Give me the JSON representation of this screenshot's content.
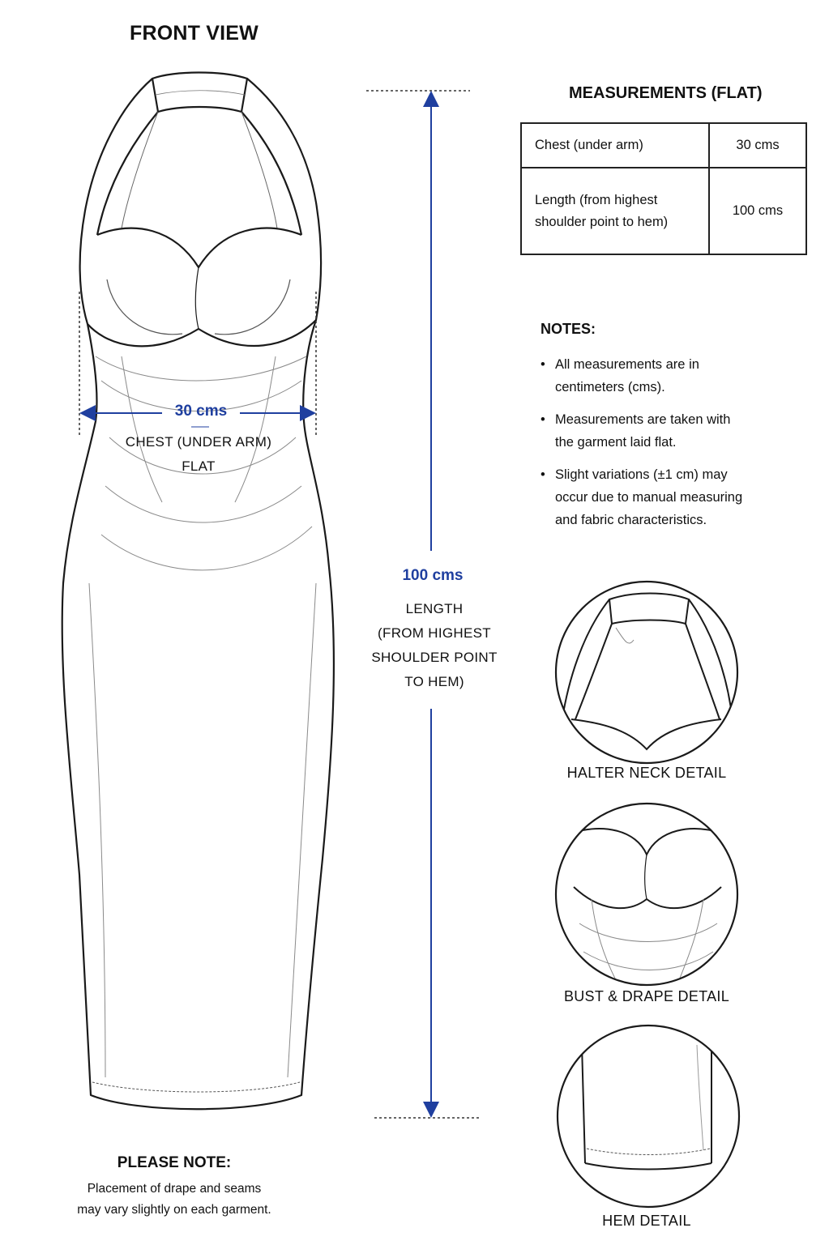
{
  "front_view": {
    "title": "FRONT VIEW",
    "chest_value": "30 cms",
    "chest_label_1": "CHEST (UNDER ARM)",
    "chest_label_2": "FLAT",
    "length_value": "100 cms",
    "length_label": [
      "LENGTH",
      "(FROM HIGHEST",
      "SHOULDER POINT",
      "TO HEM)"
    ]
  },
  "measurements": {
    "title": "MEASUREMENTS (FLAT)",
    "rows": [
      {
        "label": "Chest (under arm)",
        "value": "30 cms"
      },
      {
        "label_lines": [
          "Length (from highest",
          "shoulder point to hem)"
        ],
        "value": "100 cms"
      }
    ]
  },
  "notes": {
    "title": "NOTES:",
    "items": [
      [
        "All measurements are in",
        "centimeters (cms)."
      ],
      [
        "Measurements are taken with",
        "the garment laid flat."
      ],
      [
        "Slight variations (±1 cm) may",
        "occur due to manual measuring",
        "and fabric characteristics."
      ]
    ]
  },
  "details": [
    {
      "label": "HALTER NECK DETAIL"
    },
    {
      "label": "BUST & DRAPE DETAIL"
    },
    {
      "label": "HEM DETAIL"
    }
  ],
  "please_note": {
    "title": "PLEASE NOTE:",
    "lines": [
      "Placement of drape and seams",
      "may vary slightly on each garment."
    ]
  },
  "colors": {
    "accent_blue": "#1f3f9f",
    "line": "#1a1a1a"
  }
}
